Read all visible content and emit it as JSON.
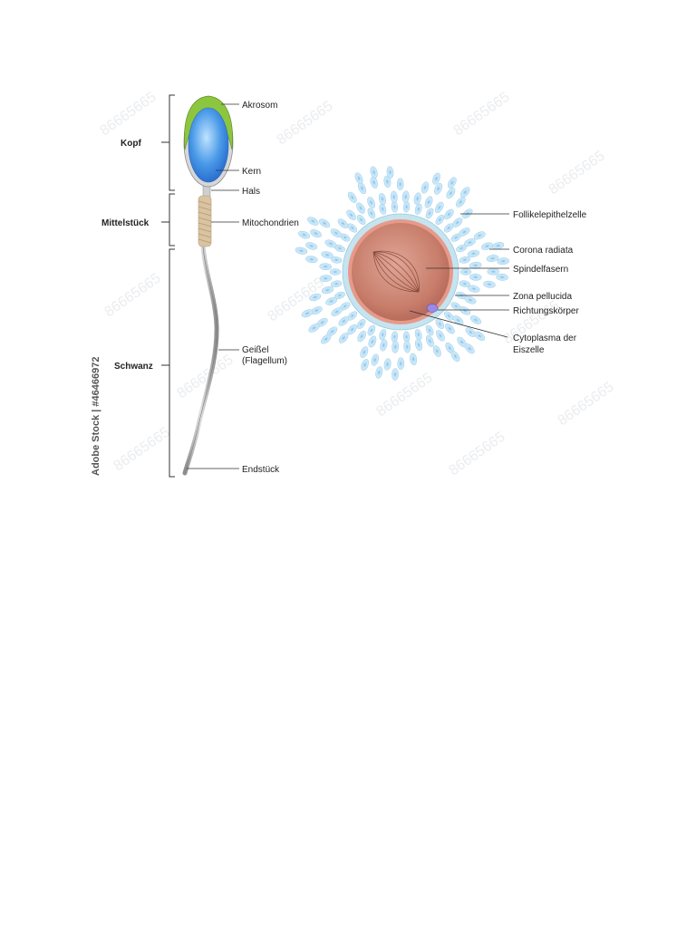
{
  "sperm": {
    "sections": {
      "kopf": "Kopf",
      "mittelstueck": "Mittelstück",
      "schwanz": "Schwanz"
    },
    "parts": {
      "akrosom": "Akrosom",
      "kern": "Kern",
      "hals": "Hals",
      "mitochondrien": "Mitochondrien",
      "geissel_line1": "Geißel",
      "geissel_line2": "(Flagellum)",
      "endstueck": "Endstück"
    }
  },
  "egg": {
    "parts": {
      "follikelepithelzelle": "Follikelepithelzelle",
      "corona_radiata": "Corona radiata",
      "spindelfasern": "Spindelfasern",
      "zona_pellucida": "Zona pellucida",
      "richtungskoerper": "Richtungskörper",
      "cytoplasma_line1": "Cytoplasma der",
      "cytoplasma_line2": "Eiszelle"
    }
  },
  "credit": "Adobe Stock | #46466972",
  "watermark": "86665665",
  "colors": {
    "acrosome": "#8cc63f",
    "nucleus": "#3d8fe0",
    "midpiece": "#d9c3a0",
    "tail": "#b9b9b9",
    "follicle_cells": "#bfe6f6",
    "follicle_nuclei": "#8fb8ef",
    "zona": "#b8dcea",
    "cytoplasm": "#c9826f",
    "egg_rim": "#e79a8a"
  }
}
